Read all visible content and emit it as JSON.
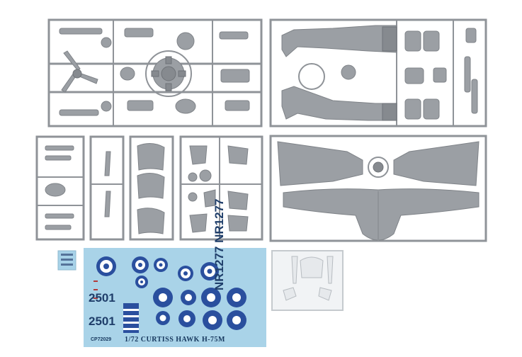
{
  "image": {
    "decal_sheet": {
      "code": "CP72029",
      "title": "1/72 CURTISS HAWK H-75M",
      "registration_vertical": "NR1277 NR1277",
      "numbers": [
        "2501",
        "2501"
      ]
    },
    "colors": {
      "sprue": "#9b9fa4",
      "decal_blue": "#2a4f9e",
      "decal_background": "#a9d3e8"
    }
  }
}
